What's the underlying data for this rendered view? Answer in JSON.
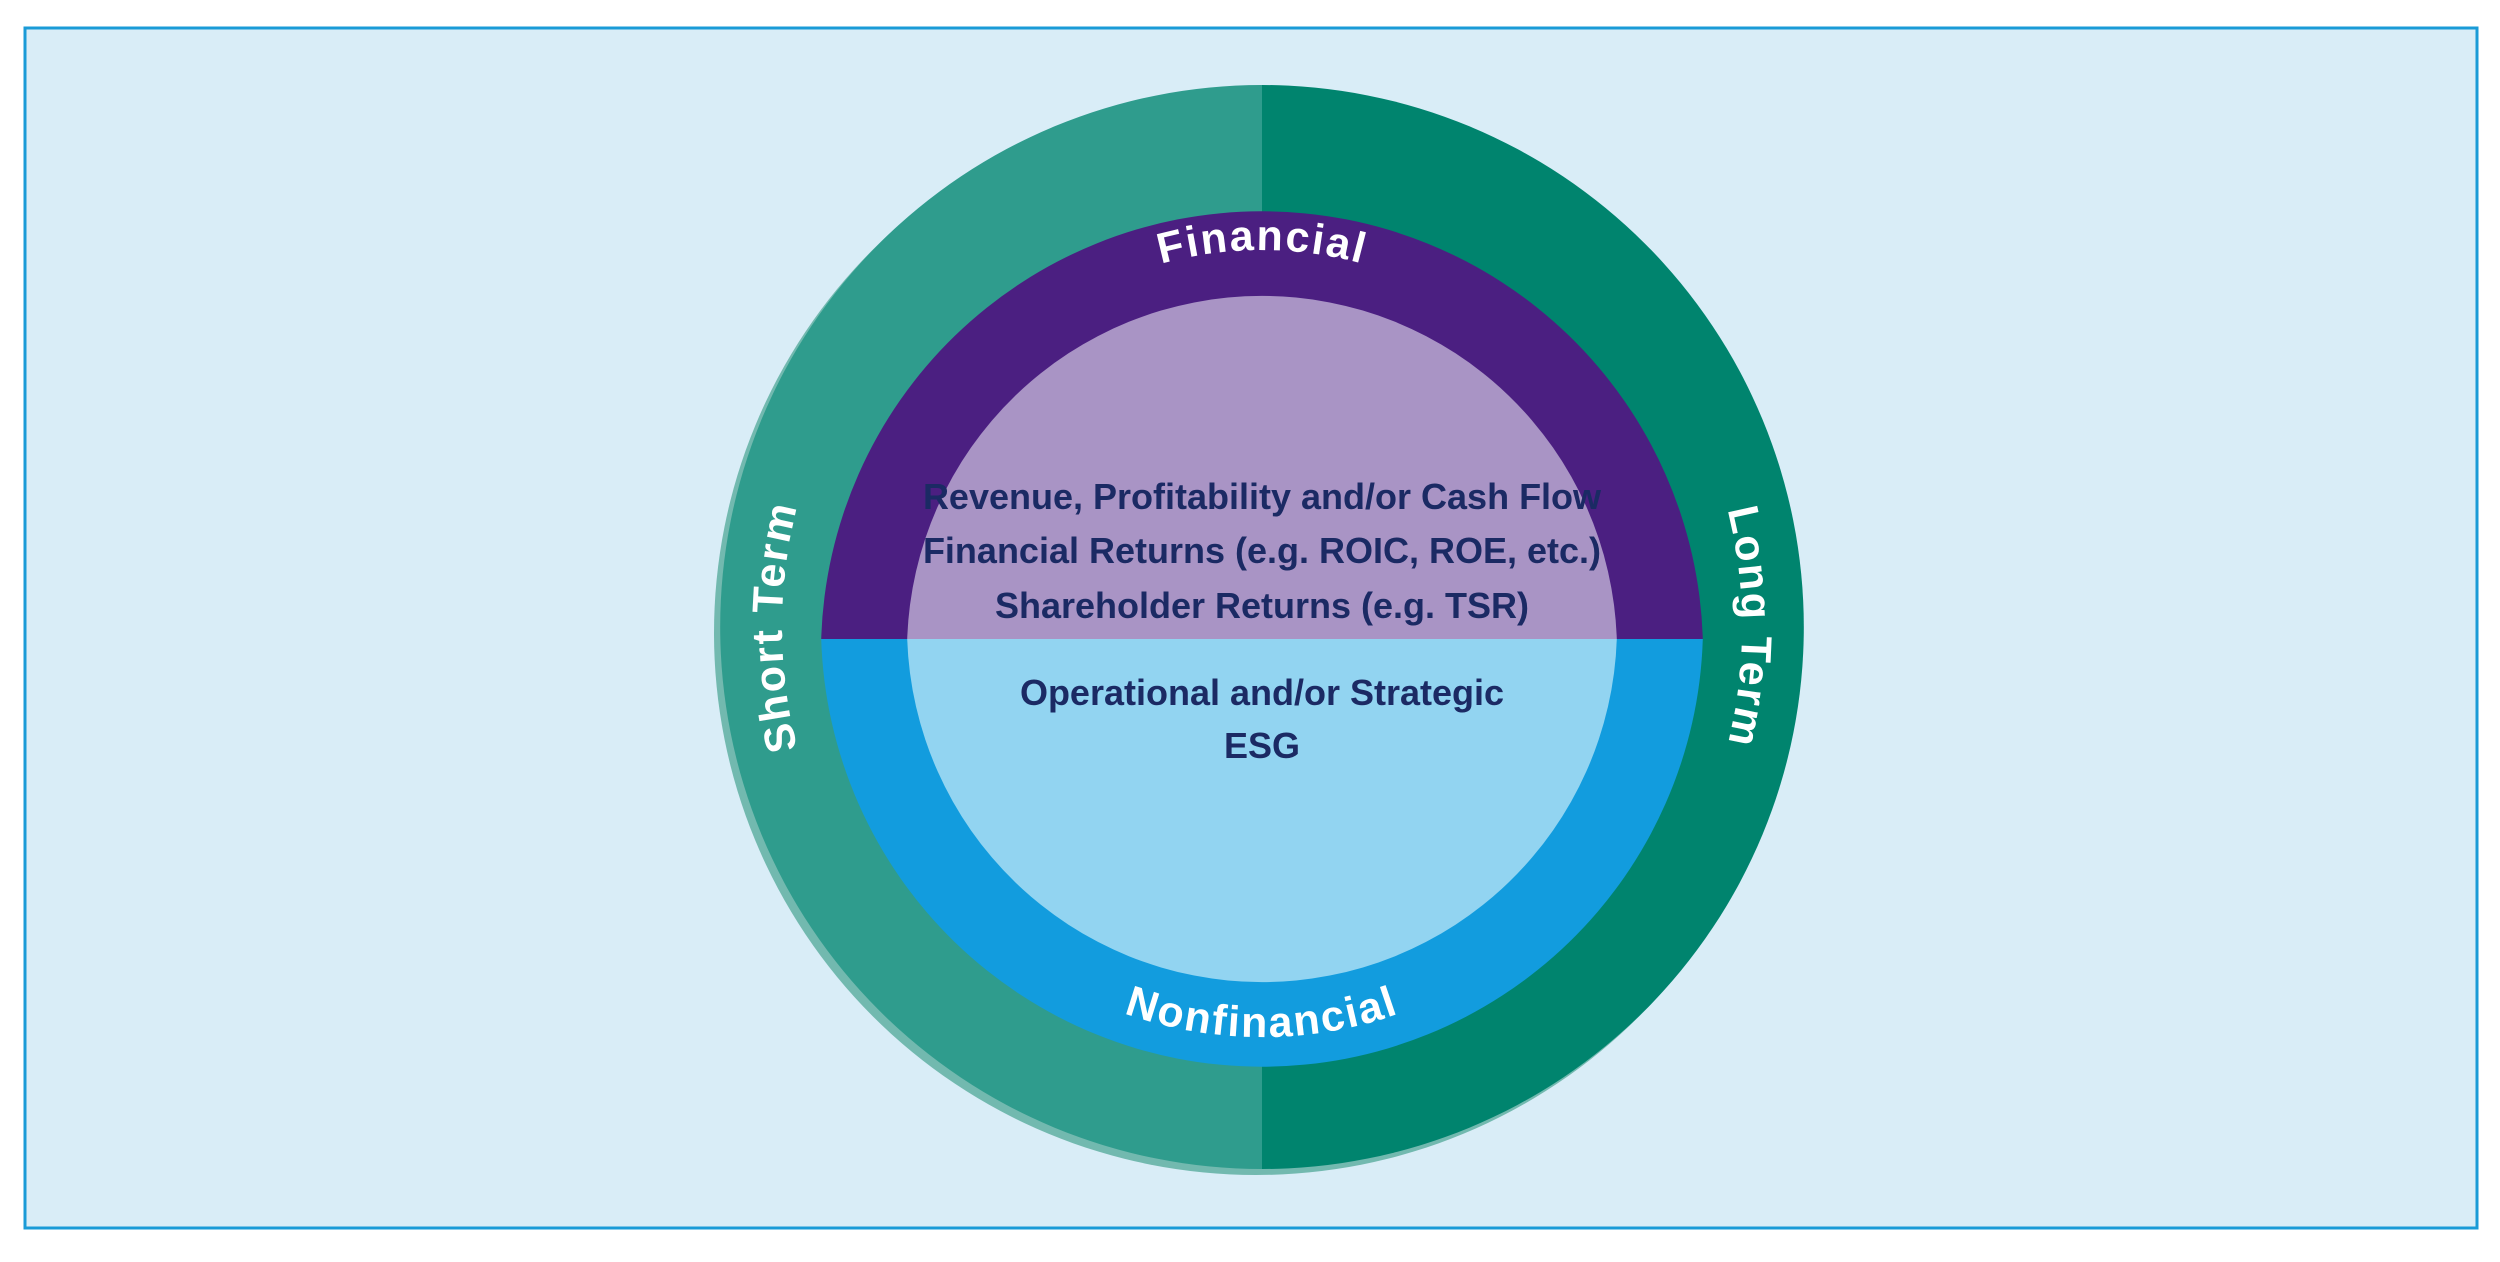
{
  "diagram": {
    "title_semantics": "Concentric rings: time horizon (outer), financial vs nonfinancial measures (middle), example metrics (inner)",
    "outer_ring": {
      "left_label": "Short Term",
      "right_label": "Long Term"
    },
    "middle_ring": {
      "top_label": "Financial",
      "bottom_label": "Nonfinancial"
    },
    "inner_circle": {
      "top_lines": [
        "Revenue, Profitability and/or Cash Flow",
        "Financial Returns (e.g. ROIC, ROE, etc.)",
        "Shareholder Returns (e.g. TSR)"
      ],
      "bottom_lines": [
        "Operational and/or Strategic",
        "ESG"
      ]
    }
  },
  "colors": {
    "page_bg": "#ffffff",
    "panel_bg": "#d9edf7",
    "panel_border": "#1a9bd7",
    "teal_left": "#2f9c8d",
    "teal_right": "#00846e",
    "purple": "#4b1f81",
    "blue": "#129cde",
    "lavender": "#a994c5",
    "light_blue": "#92d4f1",
    "navy": "#1b2a64",
    "white_label": "#ffffff",
    "rim": "#5fafa2"
  }
}
